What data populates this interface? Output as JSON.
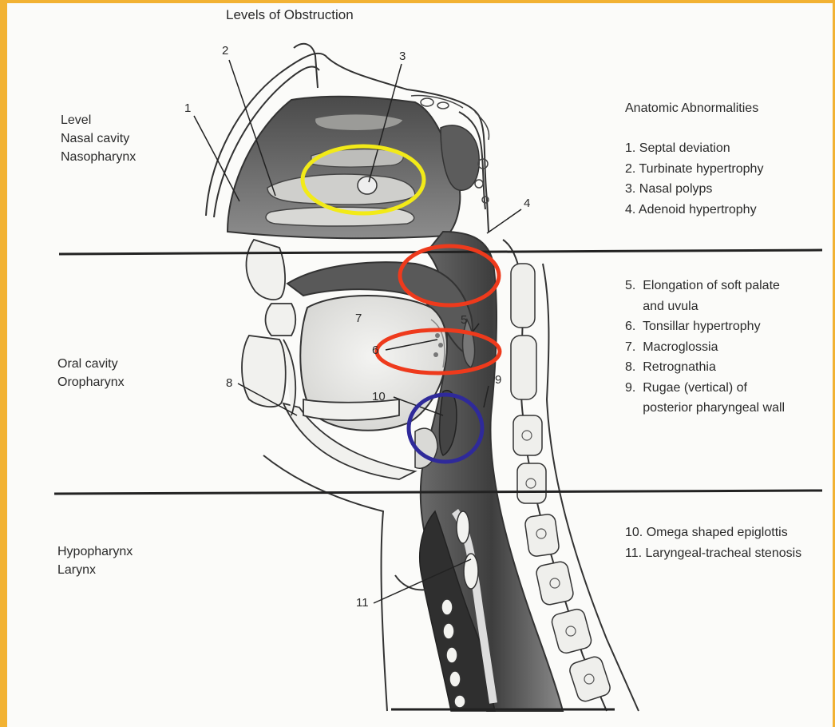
{
  "title": "Levels of Obstruction",
  "levels_heading": "Level",
  "levels": [
    {
      "name": "Nasal cavity"
    },
    {
      "name": "Nasopharynx"
    },
    {
      "name": "Oral cavity"
    },
    {
      "name": "Oropharynx"
    },
    {
      "name": "Hypopharynx"
    },
    {
      "name": "Larynx"
    }
  ],
  "abnormalities_heading": "Anatomic Abnormalities",
  "abnormalities": [
    "1.  Septal deviation",
    "2.  Turbinate hypertrophy",
    "3.  Nasal polyps",
    "4.  Adenoid hypertrophy",
    "5.  Elongation of soft palate",
    "     and uvula",
    "6.  Tonsillar hypertrophy",
    "7.  Macroglossia",
    "8.  Retrognathia",
    "9.  Rugae (vertical) of",
    "     posterior pharyngeal wall",
    "10.  Omega shaped epiglottis",
    "11.  Laryngeal-tracheal stenosis"
  ],
  "markers": [
    "1",
    "2",
    "3",
    "4",
    "5",
    "6",
    "7",
    "8",
    "9",
    "10",
    "11"
  ],
  "highlight_colors": {
    "yellow": "#f2ea18",
    "red": "#ee3a1c",
    "blue": "#2f2a9a"
  },
  "frame_color": "#f2b233"
}
